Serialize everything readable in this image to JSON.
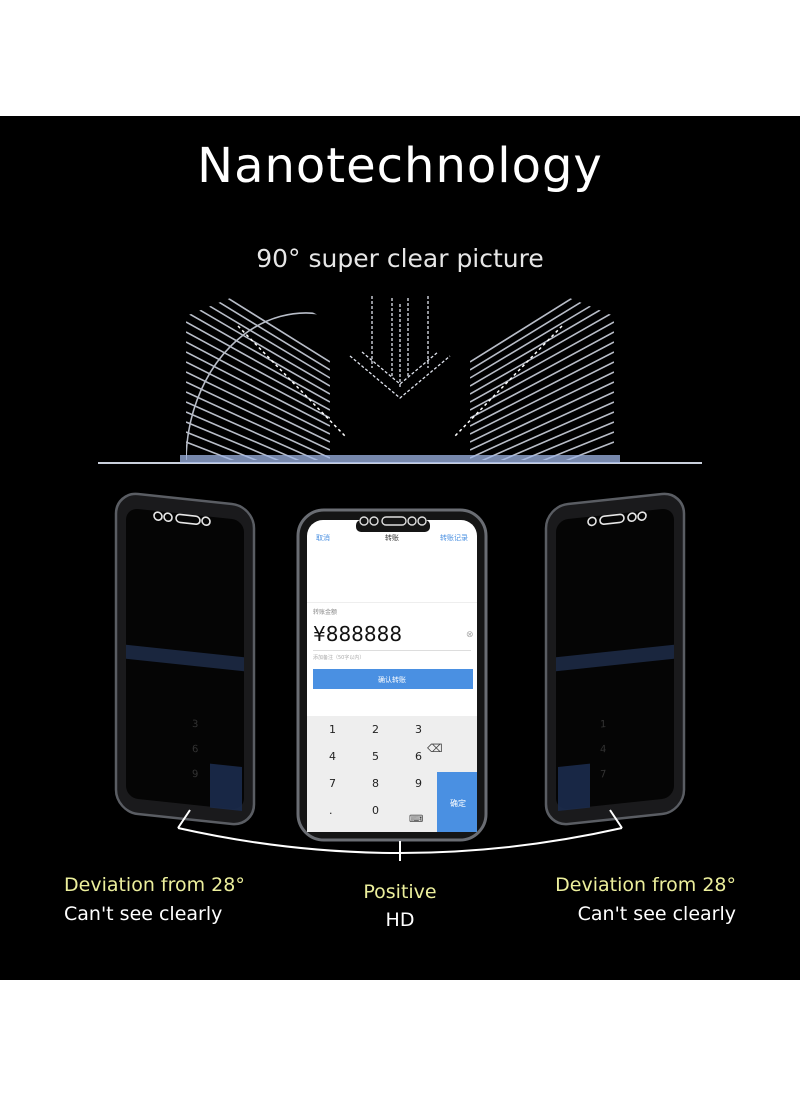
{
  "header": {
    "title": "Nanotechnology",
    "subtitle": "90° super clear picture"
  },
  "phone": {
    "top_left": "取消",
    "top_title": "转账",
    "top_right": "转账记录",
    "amount_label": "转账金额",
    "amount": "¥888888",
    "note_placeholder": "添加备注（50字以内）",
    "confirm_button": "确认转账",
    "keypad_keys": [
      "1",
      "2",
      "3",
      "4",
      "5",
      "6",
      "7",
      "8",
      "9",
      ".",
      "0"
    ],
    "keypad_confirm": "确定"
  },
  "captions": {
    "left_line1": "Deviation from 28°",
    "left_line2": "Can't see clearly",
    "center_line1": "Positive",
    "center_line2": "HD",
    "right_line1": "Deviation from 28°",
    "right_line2": "Can't see clearly"
  },
  "colors": {
    "background": "#000000",
    "caption_highlight": "#ecef9c",
    "screen_blue": "#4a90e2",
    "line_art": "#cfd6e6"
  }
}
